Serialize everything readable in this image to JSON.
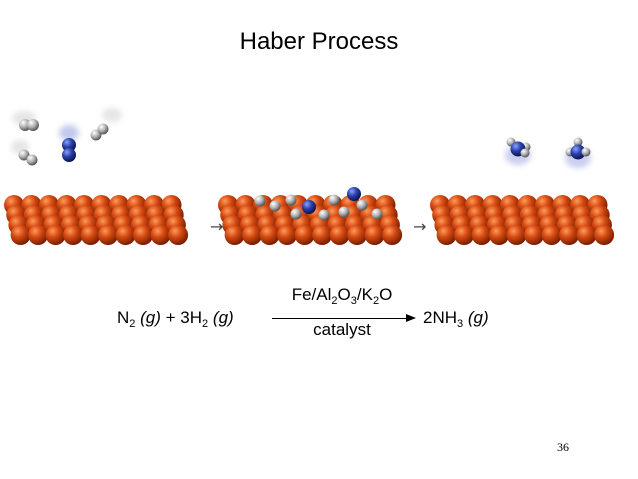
{
  "title": "Haber Process",
  "page_number": "36",
  "colors": {
    "iron": "#c43c0a",
    "nitrogen": "#2a3fa8",
    "hydrogen": "#a8a8a8"
  },
  "equation": {
    "lhs": {
      "n2": "N",
      "n2_sub": "2",
      "n2_state": "(g)",
      "plus": "+ 3H",
      "h2_sub": "2",
      "h2_state": "(g)"
    },
    "rhs": {
      "nh3_a": "2NH",
      "nh3_sub": "3",
      "nh3_state": "(g)"
    },
    "over_arrow": {
      "p1": "Fe/Al",
      "s1": "2",
      "p2": "O",
      "s2": "3",
      "p3": "/K",
      "s3": "2",
      "p4": "O"
    },
    "under_arrow": "catalyst"
  },
  "scene_arrows": [
    "→",
    "→"
  ]
}
